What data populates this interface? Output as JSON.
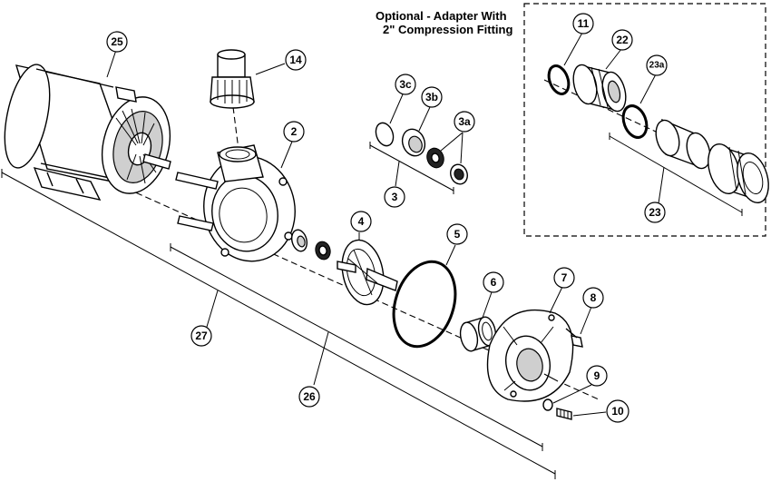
{
  "optional_box": {
    "title_line1": "Optional - Adapter With",
    "title_line2": "2\" Compression Fitting"
  },
  "callouts": {
    "c25": "25",
    "c14": "14",
    "c2": "2",
    "c3c": "3c",
    "c3b": "3b",
    "c3a": "3a",
    "c3": "3",
    "c4": "4",
    "c5": "5",
    "c6": "6",
    "c7": "7",
    "c8": "8",
    "c9": "9",
    "c10": "10",
    "c11": "11",
    "c22": "22",
    "c23a": "23a",
    "c23": "23",
    "c26": "26",
    "c27": "27"
  }
}
